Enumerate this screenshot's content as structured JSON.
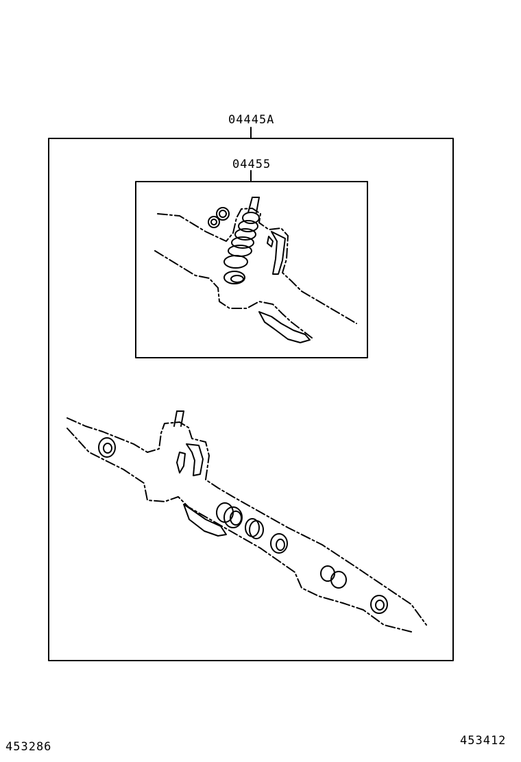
{
  "labels": {
    "outer_kit": "04445A",
    "inner_kit": "04455",
    "left_ref": "453286",
    "right_ref": "453412"
  },
  "colors": {
    "line": "#000000",
    "background": "#ffffff"
  }
}
